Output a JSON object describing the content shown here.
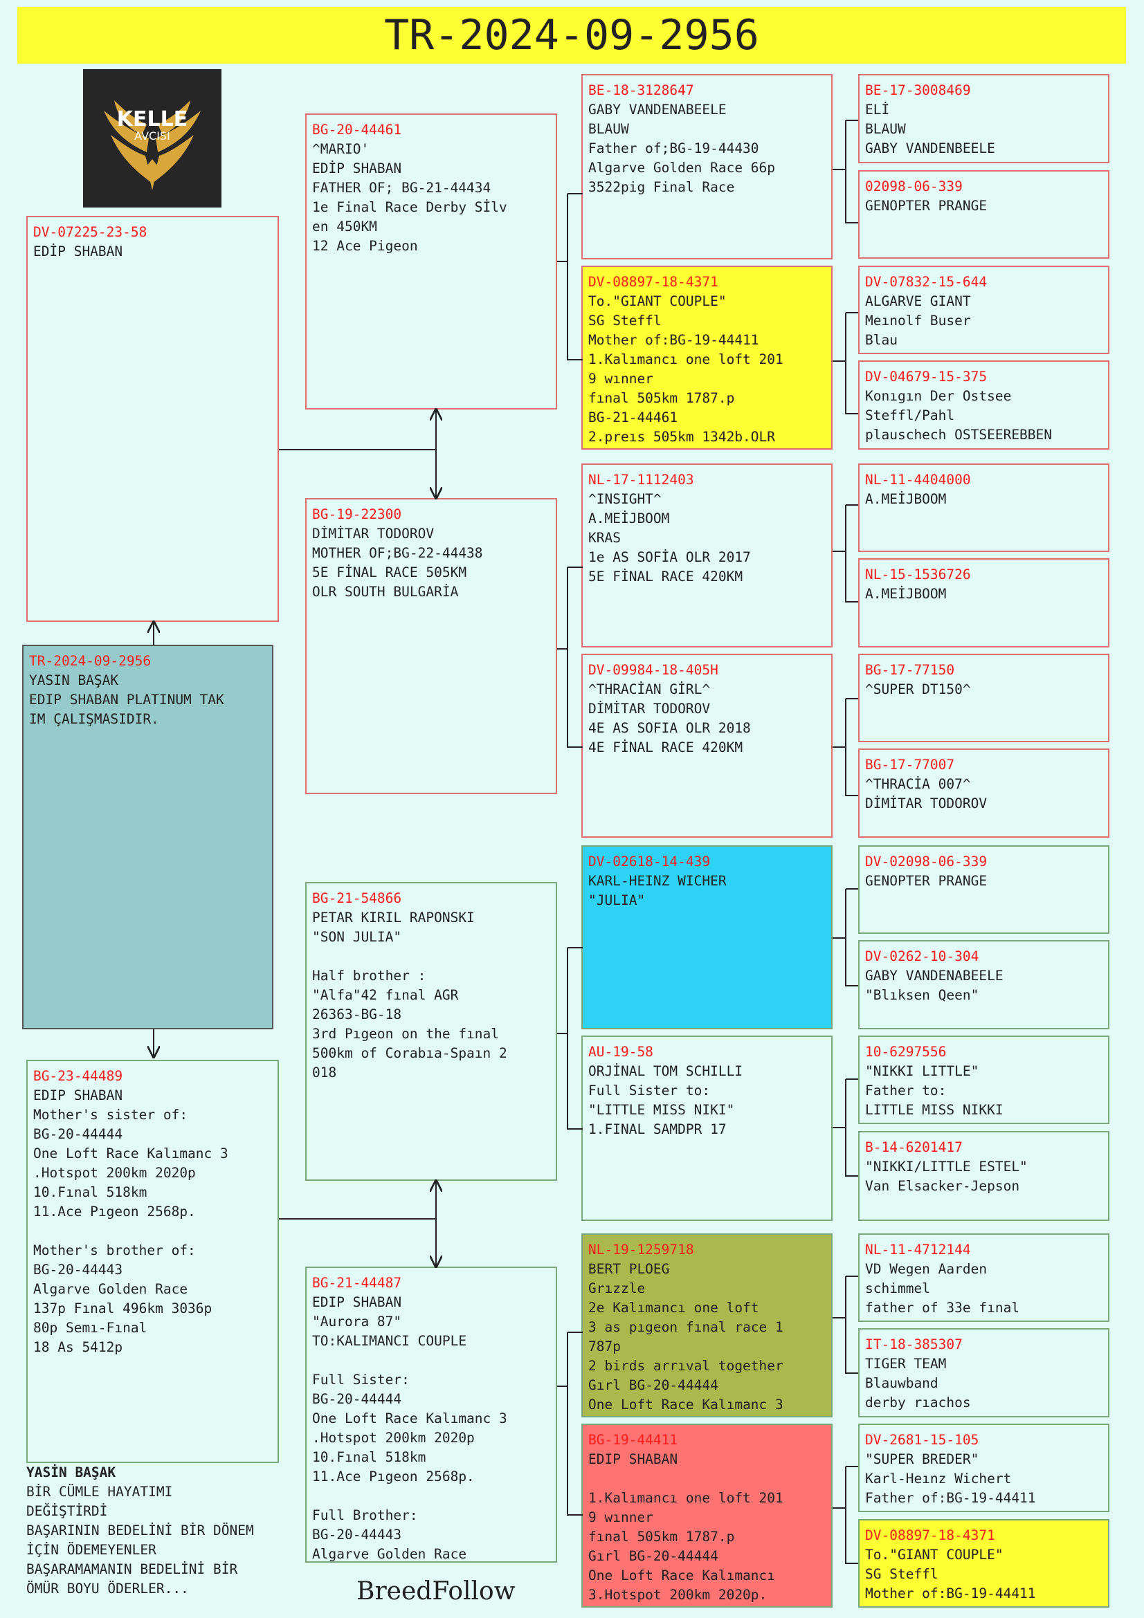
{
  "title": "TR-2024-09-2956",
  "logo": {
    "line1": "KELLE",
    "line2": "AVCISI",
    "color_gold": "#d9a63c"
  },
  "brand": "BreedFollow",
  "motto": [
    "YASİN BAŞAK",
    "BİR CÜMLE HAYATIMI",
    "DEĞİŞTİRDİ",
    "BAŞARININ BEDELİNİ BİR DÖNEM",
    "İÇİN ÖDEMEYENLER",
    "BAŞARAMAMANIN BEDELİNİ BİR",
    "ÖMÜR BOYU ÖDERLER..."
  ],
  "colors": {
    "title_bg": "#ffff33",
    "ring_red": "#ff1a1a",
    "bg": "#e2fbf6",
    "subject_bg": "#96cacb",
    "yellow": "#ffff33",
    "cyan": "#2dd2f4",
    "olive": "#aab84e",
    "salmon": "#ff7373"
  },
  "boxes": [
    {
      "id": "subject",
      "ring": "TR-2024-09-2956",
      "lines": [
        "YASIN BAŞAK",
        "EDIP SHABAN PLATINUM TAK",
        "IM ÇALIŞMASIDIR."
      ]
    },
    {
      "id": "sire",
      "ring": "DV-07225-23-58",
      "lines": [
        "EDİP SHABAN"
      ]
    },
    {
      "id": "dam",
      "ring": "BG-23-44489",
      "lines": [
        "EDIP SHABAN",
        "Mother's sister of:",
        "BG-20-44444",
        "One Loft Race Kalımanc 3",
        ".Hotspot 200km 2020p",
        "10.Fınal 518km",
        "11.Ace Pıgeon 2568p.",
        "",
        "Mother's brother of:",
        "BG-20-44443",
        "Algarve Golden Race",
        "137p Fınal 496km 3036p",
        "80p Semı-Fınal",
        "18 As 5412p"
      ]
    },
    {
      "id": "ss",
      "ring": "BG-20-44461",
      "lines": [
        "^MARIO'",
        "EDİP SHABAN",
        "FATHER OF; BG-21-44434",
        "1e Final Race Derby Sİlv",
        "en 450KM",
        "12 Ace Pigeon"
      ]
    },
    {
      "id": "sd",
      "ring": "BG-19-22300",
      "lines": [
        "DİMİTAR TODOROV",
        "MOTHER OF;BG-22-44438",
        "5E FİNAL RACE 505KM",
        "OLR SOUTH BULGARİA"
      ]
    },
    {
      "id": "ds",
      "ring": "BG-21-54866",
      "lines": [
        "PETAR KIRIL RAPONSKI",
        "\"SON JULIA\"",
        "",
        "Half brother :",
        "\"Alfa\"42 fınal AGR",
        "26363-BG-18",
        "3rd Pıgeon on the fınal",
        "500km of Corabıa-Spaın 2",
        "018"
      ]
    },
    {
      "id": "dd",
      "ring": "BG-21-44487",
      "lines": [
        "EDIP SHABAN",
        "\"Aurora 87\"",
        "TO:KALIMANCI COUPLE",
        "",
        "Full Sister:",
        "BG-20-44444",
        "One Loft Race Kalımanc 3",
        ".Hotspot 200km 2020p",
        "10.Fınal 518km",
        "11.Ace Pıgeon 2568p.",
        "",
        "Full Brother:",
        "BG-20-44443",
        "Algarve Golden Race"
      ]
    },
    {
      "id": "sss",
      "ring": "BE-18-3128647",
      "lines": [
        "GABY VANDENABEELE",
        "BLAUW",
        "Father of;BG-19-44430",
        "Algarve Golden Race 66p",
        "3522pig Final Race"
      ]
    },
    {
      "id": "ssd",
      "ring": "DV-08897-18-4371",
      "lines": [
        "To.\"GIANT COUPLE\"",
        "SG Steffl",
        "Mother of:BG-19-44411",
        "1.Kalımancı one loft 201",
        "9 wınner",
        "fınal 505km 1787.p",
        "BG-21-44461",
        "2.preıs 505km 1342b.OLR"
      ]
    },
    {
      "id": "sds",
      "ring": "NL-17-1112403",
      "lines": [
        "^INSIGHT^",
        "A.MEİJBOOM",
        "KRAS",
        "1e AS SOFİA OLR 2017",
        "5E FİNAL RACE 420KM"
      ]
    },
    {
      "id": "sdd",
      "ring": "DV-09984-18-405H",
      "lines": [
        "^THRACİAN GİRL^",
        "DİMİTAR TODOROV",
        "4E AS SOFIA OLR 2018",
        "4E FİNAL RACE 420KM"
      ]
    },
    {
      "id": "dss",
      "ring": "DV-02618-14-439",
      "lines": [
        "KARL-HEINZ WICHER",
        "\"JULIA\""
      ]
    },
    {
      "id": "dsd",
      "ring": "AU-19-58",
      "lines": [
        "ORJİNAL TOM SCHILLI",
        "Full Sister to:",
        "\"LITTLE MISS NIKI\"",
        "1.FINAL SAMDPR 17"
      ]
    },
    {
      "id": "dds",
      "ring": "NL-19-1259718",
      "lines": [
        "BERT PLOEG",
        "Grızzle",
        "2e Kalımancı one loft",
        "3 as pıgeon fınal race 1",
        "787p",
        "2 birds arrıval together",
        "Gırl BG-20-44444",
        "One Loft Race Kalımanc 3"
      ]
    },
    {
      "id": "ddd",
      "ring": "BG-19-44411",
      "lines": [
        "EDIP SHABAN",
        "",
        "1.Kalımancı one loft 201",
        "9 wınner",
        "fınal 505km 1787.p",
        "Gırl BG-20-44444",
        "One Loft Race Kalımancı",
        "3.Hotspot 200km 2020p."
      ]
    },
    {
      "id": "g1",
      "ring": "BE-17-3008469",
      "lines": [
        "ELİ",
        "BLAUW",
        "GABY VANDENBEELE"
      ]
    },
    {
      "id": "g2",
      "ring": "02098-06-339",
      "lines": [
        "GENOPTER PRANGE"
      ]
    },
    {
      "id": "g3",
      "ring": "DV-07832-15-644",
      "lines": [
        "ALGARVE GIANT",
        "Meınolf Buser",
        "Blau"
      ]
    },
    {
      "id": "g4",
      "ring": "DV-04679-15-375",
      "lines": [
        "Konıgın Der Ostsee",
        "Steffl/Pahl",
        "plauschech OSTSEEREBBEN"
      ]
    },
    {
      "id": "g5",
      "ring": "NL-11-4404000",
      "lines": [
        "A.MEİJBOOM"
      ]
    },
    {
      "id": "g6",
      "ring": "NL-15-1536726",
      "lines": [
        "A.MEİJBOOM"
      ]
    },
    {
      "id": "g7",
      "ring": "BG-17-77150",
      "lines": [
        "^SUPER DT150^"
      ]
    },
    {
      "id": "g8",
      "ring": "BG-17-77007",
      "lines": [
        "^THRACİA 007^",
        "DİMİTAR TODOROV"
      ]
    },
    {
      "id": "g9",
      "ring": "DV-02098-06-339",
      "lines": [
        "GENOPTER PRANGE"
      ]
    },
    {
      "id": "g10",
      "ring": "DV-0262-10-304",
      "lines": [
        "GABY VANDENABEELE",
        "\"Blıksen Qeen\""
      ]
    },
    {
      "id": "g11",
      "ring": "10-6297556",
      "lines": [
        "\"NIKKI LITTLE\"",
        "Father to:",
        "LITTLE MISS NIKKI"
      ]
    },
    {
      "id": "g12",
      "ring": "B-14-6201417",
      "lines": [
        "\"NIKKI/LITTLE ESTEL\"",
        "Van Elsacker-Jepson"
      ]
    },
    {
      "id": "g13",
      "ring": "NL-11-4712144",
      "lines": [
        "VD Wegen Aarden",
        "schimmel",
        "father of 33e fınal"
      ]
    },
    {
      "id": "g14",
      "ring": "IT-18-385307",
      "lines": [
        "TIGER TEAM",
        "Blauwband",
        "derby rıachos"
      ]
    },
    {
      "id": "g15",
      "ring": "DV-2681-15-105",
      "lines": [
        "\"SUPER BREDER\"",
        "Karl-Heınz Wichert",
        "Father of:BG-19-44411"
      ]
    },
    {
      "id": "g16",
      "ring": "DV-08897-18-4371",
      "lines": [
        "To.\"GIANT COUPLE\"",
        "SG Steffl",
        "Mother of:BG-19-44411"
      ]
    }
  ]
}
